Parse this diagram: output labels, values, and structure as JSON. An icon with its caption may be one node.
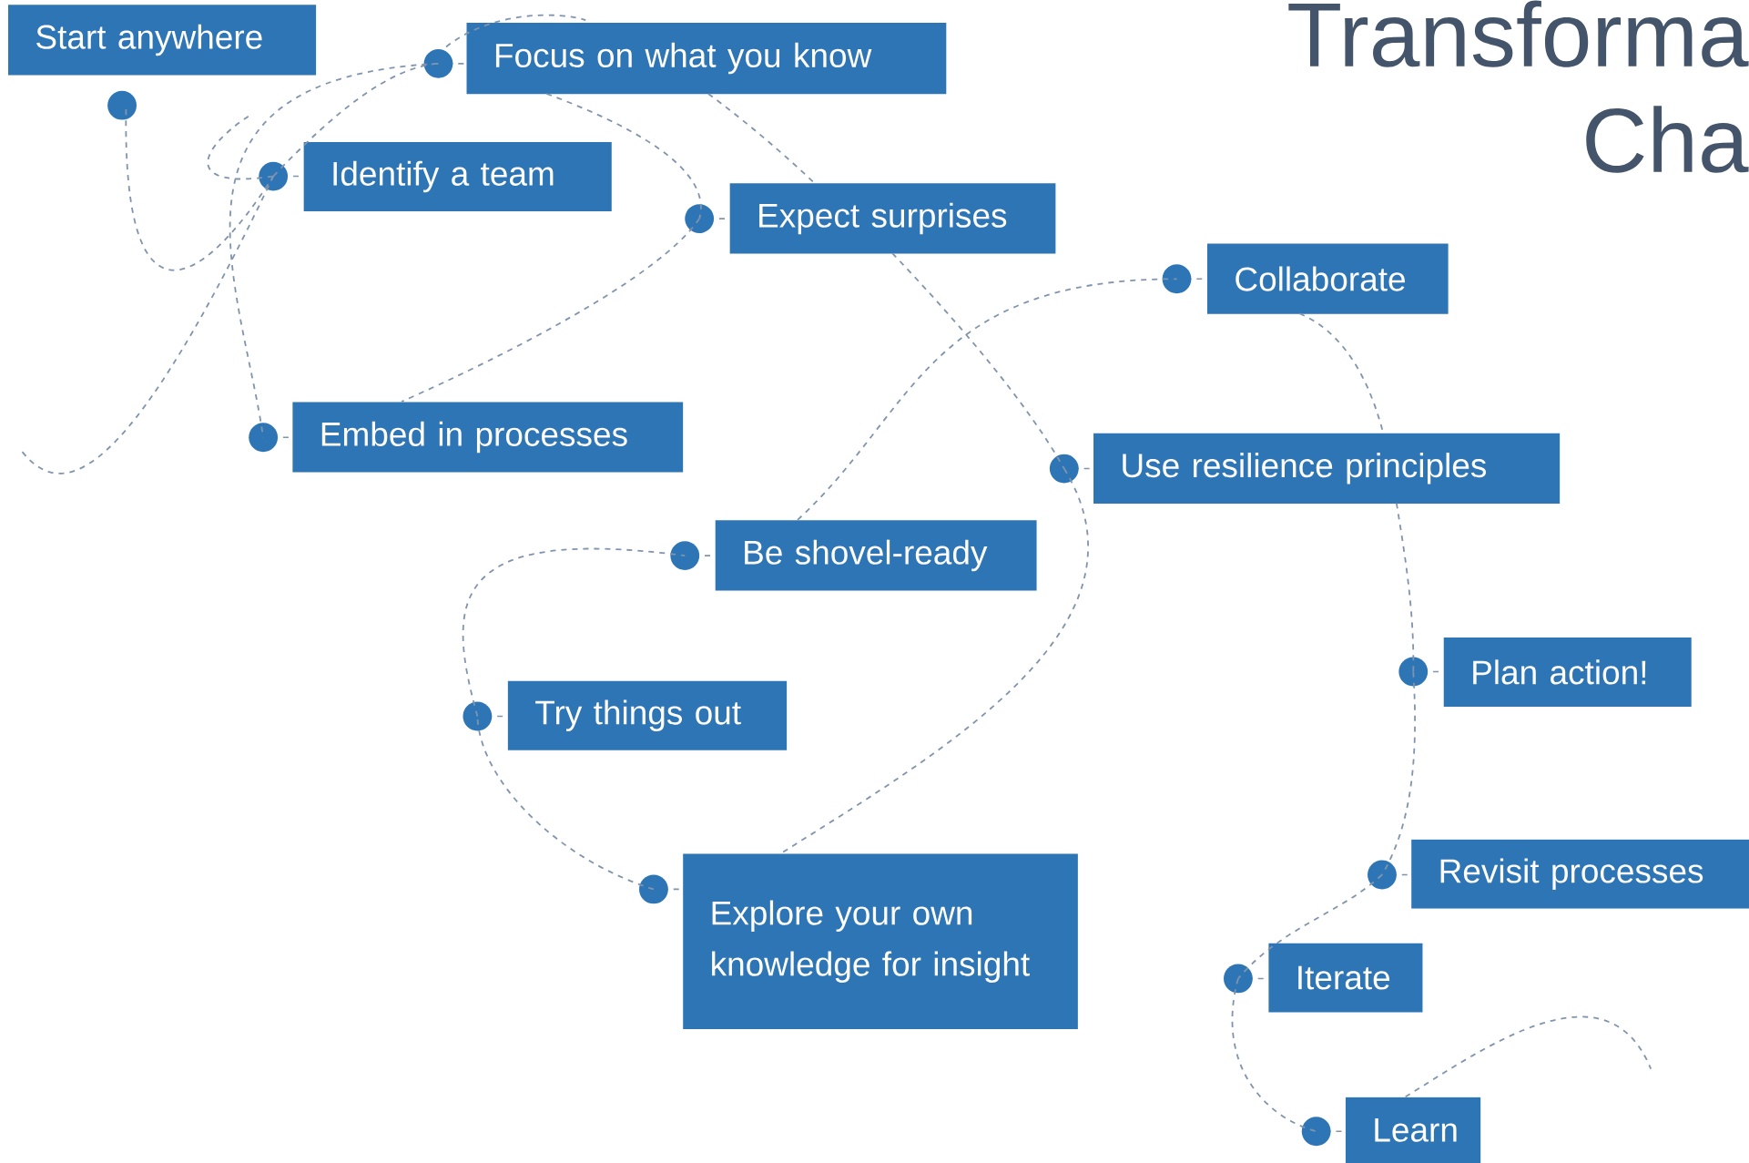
{
  "diagram": {
    "title": "Transforma Cha",
    "nodes": [
      {
        "text": [
          "Start anywhere"
        ]
      },
      {
        "text": [
          "Focus on what you know"
        ]
      },
      {
        "text": [
          "Identify a team"
        ]
      },
      {
        "text": [
          "Expect surprises"
        ]
      },
      {
        "text": [
          "Collaborate"
        ]
      },
      {
        "text": [
          "Embed in processes"
        ]
      },
      {
        "text": [
          "Use resilience principles"
        ]
      },
      {
        "text": [
          "Be shovel-ready"
        ]
      },
      {
        "text": [
          "Plan action!"
        ]
      },
      {
        "text": [
          "Try things out"
        ]
      },
      {
        "text": [
          "Explore your own knowledge for insight"
        ]
      },
      {
        "text": [
          "Revisit processes"
        ]
      },
      {
        "text": [
          "Iterate"
        ]
      },
      {
        "text": [
          "Learn"
        ]
      },
      {
        "text": [],
        "shape": "circle"
      }
    ],
    "edges": [
      {
        "from": 14,
        "to": 2,
        "arrow": "none"
      },
      {
        "from": null,
        "to": 2,
        "arrow": "none"
      },
      {
        "from": 2,
        "to": null,
        "arrow": "none"
      },
      {
        "from": 2,
        "to": 1,
        "arrow": "none"
      },
      {
        "from": 1,
        "to": 5,
        "arrow": "none"
      },
      {
        "from": 1,
        "to": 3,
        "arrow": "none"
      },
      {
        "from": 3,
        "to": 5,
        "arrow": "none"
      },
      {
        "from": 1,
        "to": 3,
        "arrow": "none"
      },
      {
        "from": 3,
        "to": 6,
        "arrow": "none"
      },
      {
        "from": 6,
        "to": 10,
        "arrow": "none"
      },
      {
        "from": 10,
        "to": 9,
        "arrow": "none"
      },
      {
        "from": 9,
        "to": 7,
        "arrow": "none"
      },
      {
        "from": 7,
        "to": 4,
        "arrow": "none"
      },
      {
        "from": 4,
        "to": 6,
        "arrow": "none"
      },
      {
        "from": 6,
        "to": 8,
        "arrow": "none"
      },
      {
        "from": 8,
        "to": 11,
        "arrow": "none"
      },
      {
        "from": 11,
        "to": 12,
        "arrow": "none"
      },
      {
        "from": 12,
        "to": 13,
        "arrow": "none"
      },
      {
        "from": 13,
        "to": null,
        "arrow": "none"
      },
      {
        "from": 1,
        "to": null,
        "arrow": "none"
      }
    ]
  }
}
